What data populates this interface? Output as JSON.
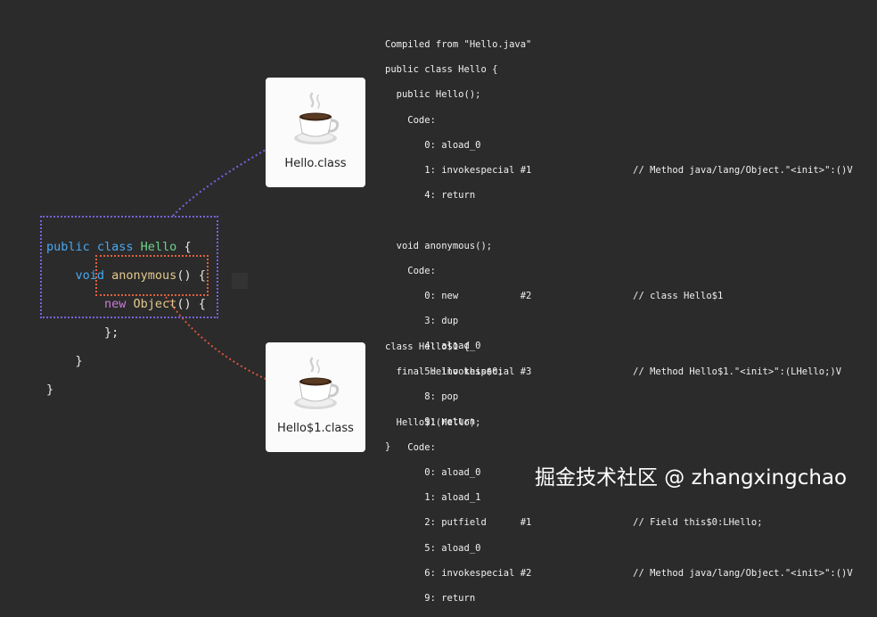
{
  "source": {
    "line1": {
      "kw": "public class ",
      "cls": "Hello",
      "rest": " {"
    },
    "line2": {
      "indent": "    ",
      "kw": "void ",
      "fn": "anonymous",
      "rest": "() {"
    },
    "line3": {
      "indent": "        ",
      "kw": "new ",
      "obj": "Object",
      "rest": "() {"
    },
    "line4": "        };",
    "line5": "    }",
    "line6": "}"
  },
  "cards": [
    {
      "label": "Hello.class",
      "icon": "java-coffee-cup-icon"
    },
    {
      "label": "Hello$1.class",
      "icon": "java-coffee-cup-icon"
    }
  ],
  "bytecode_hello": [
    "Compiled from \"Hello.java\"",
    "public class Hello {",
    "  public Hello();",
    "    Code:",
    "       0: aload_0",
    "       1: invokespecial #1                  // Method java/lang/Object.\"<init>\":()V",
    "       4: return",
    "",
    "  void anonymous();",
    "    Code:",
    "       0: new           #2                  // class Hello$1",
    "       3: dup",
    "       4: aload_0",
    "       5: invokespecial #3                  // Method Hello$1.\"<init>\":(LHello;)V",
    "       8: pop",
    "       9: return",
    "}"
  ],
  "bytecode_hello1": [
    "class Hello$1 {",
    "  final Hello this$0;",
    "",
    "  Hello$1(Hello);",
    "    Code:",
    "       0: aload_0",
    "       1: aload_1",
    "       2: putfield      #1                  // Field this$0:LHello;",
    "       5: aload_0",
    "       6: invokespecial #2                  // Method java/lang/Object.\"<init>\":()V",
    "       9: return"
  ],
  "colors": {
    "outer_link": "#7a62e0",
    "inner_link": "#d9533a",
    "background": "#2b2b2b"
  },
  "watermark": "掘金技术社区 @ zhangxingchao"
}
